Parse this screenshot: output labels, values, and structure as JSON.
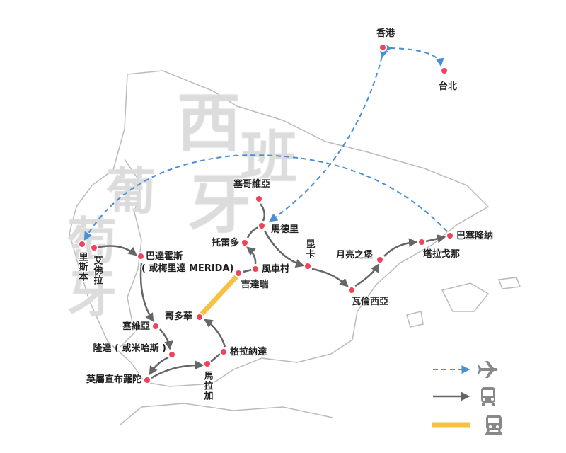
{
  "watermark": {
    "spain": [
      "西",
      "班",
      "牙"
    ],
    "portugal": [
      "葡",
      "萄",
      "牙"
    ]
  },
  "cities": [
    {
      "id": "hongkong",
      "name": "香港"
    },
    {
      "id": "taipei",
      "name": "台北"
    },
    {
      "id": "segovia",
      "name": "塞哥維亞"
    },
    {
      "id": "madrid",
      "name": "馬德里"
    },
    {
      "id": "toledo",
      "name": "托雷多"
    },
    {
      "id": "windmill",
      "name": "風車村"
    },
    {
      "id": "jidarui",
      "name": "吉達瑞"
    },
    {
      "id": "cuenca",
      "name": "昆卡"
    },
    {
      "id": "peniscola",
      "name": "月亮之堡"
    },
    {
      "id": "tarragona",
      "name": "塔拉戈那"
    },
    {
      "id": "barcelona",
      "name": "巴塞隆納"
    },
    {
      "id": "valencia",
      "name": "瓦倫西亞"
    },
    {
      "id": "lisbon",
      "name": "里斯本"
    },
    {
      "id": "evora",
      "name": "艾佛拉"
    },
    {
      "id": "badajoz",
      "name": "巴達霍斯",
      "sub": "( 或梅里達 MERIDA)"
    },
    {
      "id": "cordoba",
      "name": "哥多華"
    },
    {
      "id": "seville",
      "name": "塞維亞"
    },
    {
      "id": "ronda",
      "name": "隆達 ( 或米哈斯 )"
    },
    {
      "id": "gibraltar",
      "name": "英屬直布羅陀"
    },
    {
      "id": "malaga",
      "name": "馬拉加"
    },
    {
      "id": "granada",
      "name": "格拉納達"
    }
  ],
  "legend": [
    {
      "type": "plane",
      "icon": "airplane-icon"
    },
    {
      "type": "bus",
      "icon": "bus-icon"
    },
    {
      "type": "train",
      "icon": "train-icon"
    }
  ],
  "colors": {
    "plane": "#4a8fd6",
    "bus": "#666666",
    "train": "#f7c243",
    "city": "#ef4357"
  }
}
